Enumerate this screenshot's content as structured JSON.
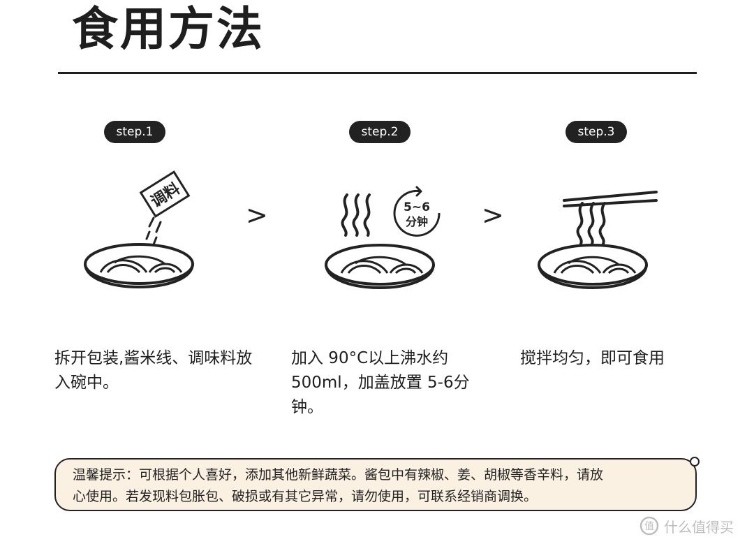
{
  "title": "食用方法",
  "steps": [
    {
      "label": "step.1",
      "description": "拆开包装,酱米线、调味料放入碗中。",
      "packet_text": "调料"
    },
    {
      "label": "step.2",
      "description": "加入 90°C以上沸水约500ml，加盖放置 5-6分钟。",
      "timer_line1": "5~6",
      "timer_line2": "分钟"
    },
    {
      "label": "step.3",
      "description": "搅拌均匀，即可食用"
    }
  ],
  "arrow_symbol": ">",
  "tip": {
    "text_line1": "温馨提示：可根据个人喜好，添加其他新鲜蔬菜。酱包中有辣椒、姜、胡椒等香辛料，请放",
    "text_line2": "心使用。若发现料包胀包、破损或有其它异常，请勿使用，可联系经销商调换。"
  },
  "watermark": {
    "text": "什么值得买",
    "icon": "zhi-logo-icon"
  },
  "colors": {
    "ink": "#222222",
    "tip_bg": "#fbf1e2",
    "watermark": "#bdbdbd"
  }
}
